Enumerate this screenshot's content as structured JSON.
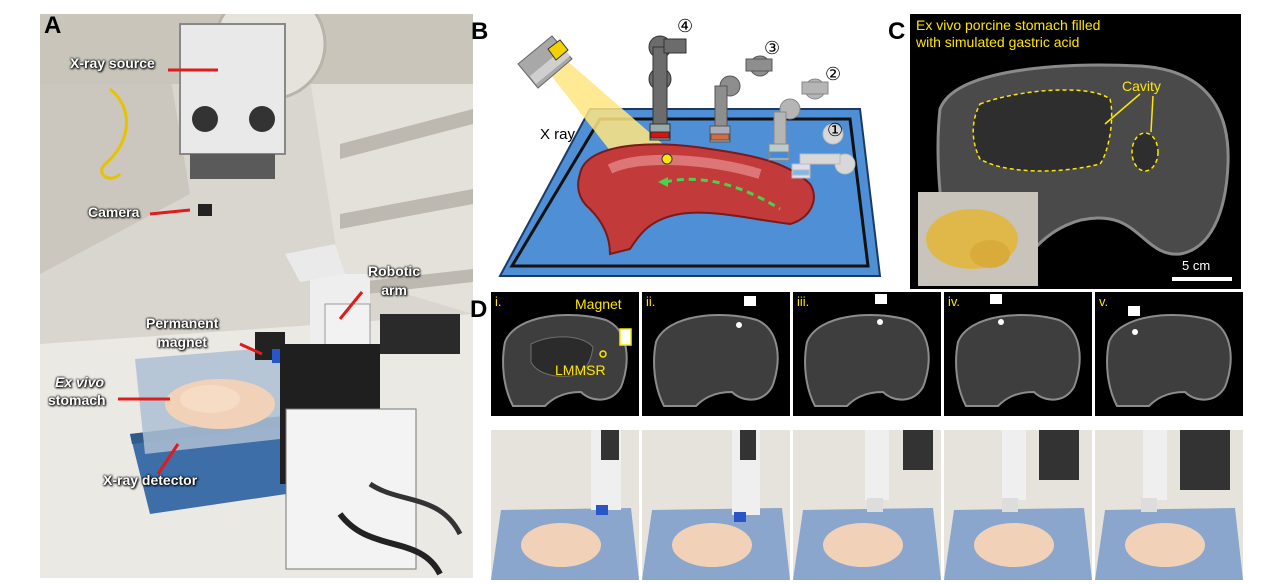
{
  "panels": {
    "A": {
      "letter": "A",
      "labels": {
        "xray_source": "X-ray source",
        "camera": "Camera",
        "robotic_arm": "Robotic\narm",
        "permanent_magnet": "Permanent\nmagnet",
        "ex_vivo": "Ex vivo",
        "stomach": "stomach",
        "xray_detector": "X-ray detector"
      }
    },
    "B": {
      "letter": "B",
      "xray_label": "X ray",
      "positions": [
        "①",
        "②",
        "③",
        "④"
      ]
    },
    "C": {
      "letter": "C",
      "title_line1": "Ex vivo porcine stomach filled",
      "title_line2": "with simulated gastric acid",
      "cavity_label": "Cavity",
      "scale_label": "5 cm"
    },
    "D": {
      "letter": "D",
      "frames": [
        "i.",
        "ii.",
        "iii.",
        "iv.",
        "v."
      ],
      "magnet_label": "Magnet",
      "lmmsr_label": "LMMSR"
    }
  },
  "colors": {
    "annotation_yellow": "#ffe600",
    "pointer_red": "#e01b1b",
    "stage_blue": "#4f8fd6",
    "stomach_red": "#c23a3a"
  }
}
